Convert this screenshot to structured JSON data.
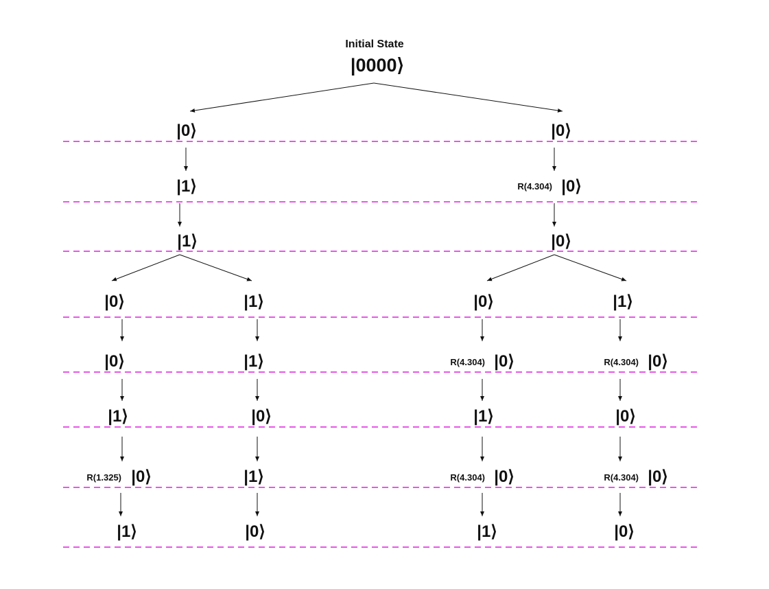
{
  "title": "Initial State",
  "root": {
    "ket": "|0000⟩"
  },
  "colors": {
    "separator": "#e01ee0",
    "ink": "#111111"
  },
  "nodes": {
    "a1": {
      "ket": "|0⟩"
    },
    "a2": {
      "ket": "|0⟩"
    },
    "a3": {
      "ket": "|1⟩"
    },
    "b1": {
      "ket": "|0⟩"
    },
    "b2": {
      "ket": "|0⟩"
    },
    "b3": {
      "ket": "|1⟩"
    },
    "b4": {
      "ket": "|0⟩",
      "rot": "R(1.325)"
    },
    "b5": {
      "ket": "|1⟩"
    },
    "c1": {
      "ket": "|1⟩"
    },
    "c2": {
      "ket": "|1⟩"
    },
    "c3": {
      "ket": "|0⟩"
    },
    "c4": {
      "ket": "|1⟩"
    },
    "c5": {
      "ket": "|0⟩"
    },
    "d1": {
      "ket": "|1⟩"
    },
    "d2": {
      "ket": "|0⟩",
      "rot": "R(4.304)"
    },
    "d3": {
      "ket": "|0⟩"
    },
    "e1": {
      "ket": "|0⟩"
    },
    "e2": {
      "ket": "|0⟩",
      "rot": "R(4.304)"
    },
    "e3": {
      "ket": "|1⟩"
    },
    "e4": {
      "ket": "|0⟩",
      "rot": "R(4.304)"
    },
    "e5": {
      "ket": "|1⟩"
    },
    "f1": {
      "ket": "|1⟩"
    },
    "f2": {
      "ket": "|0⟩",
      "rot": "R(4.304)"
    },
    "f3": {
      "ket": "|0⟩"
    },
    "f4": {
      "ket": "|0⟩",
      "rot": "R(4.304)"
    },
    "f5": {
      "ket": "|0⟩"
    }
  }
}
